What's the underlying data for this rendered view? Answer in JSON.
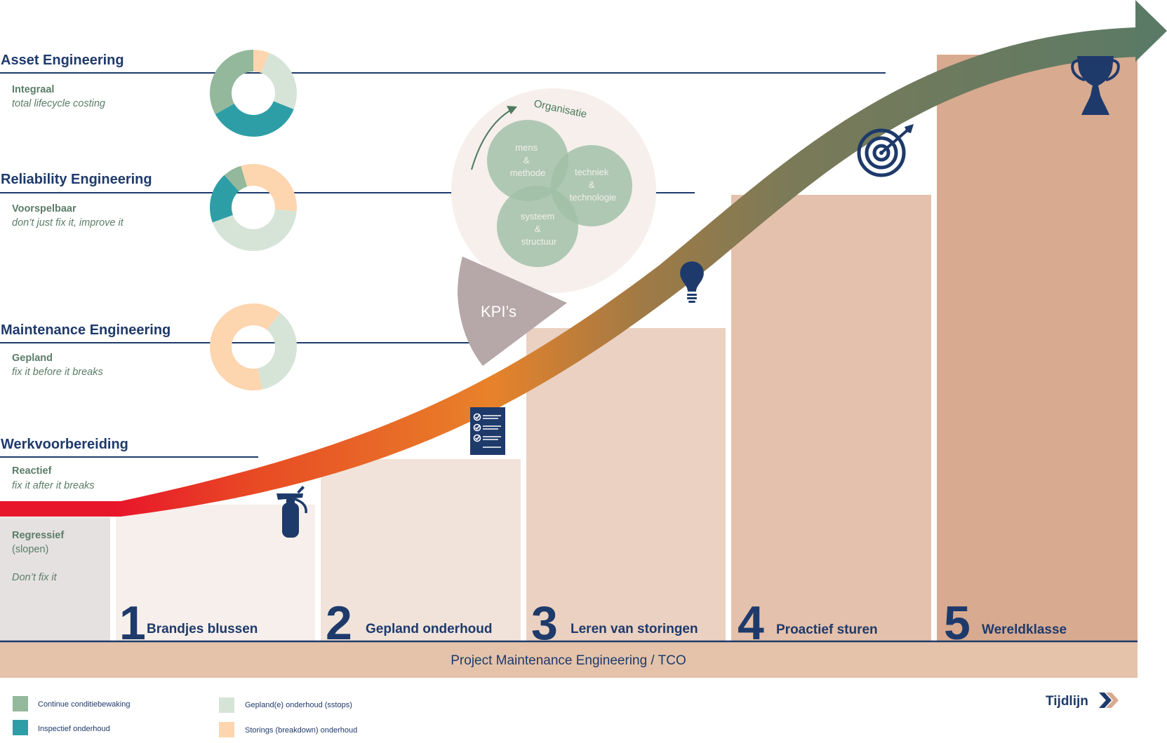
{
  "levels": [
    {
      "title": "Asset Engineering",
      "subtitle": "Integraal",
      "description": "total lifecycle costing"
    },
    {
      "title": "Reliability Engineering",
      "subtitle": "Voorspelbaar",
      "description": "don’t just fix it, improve it"
    },
    {
      "title": "Maintenance Engineering",
      "subtitle": "Gepland",
      "description": "fix it before it breaks"
    },
    {
      "title": "Werkvoorbereiding",
      "subtitle": "Reactief",
      "description": "fix it after it breaks"
    }
  ],
  "regressive": {
    "title": "Regressief",
    "paren": "(slopen)",
    "description": "Don’t fix it"
  },
  "steps": [
    {
      "number": "1",
      "label": "Brandjes blussen",
      "icon": "fire-extinguisher-icon"
    },
    {
      "number": "2",
      "label": "Gepland onderhoud",
      "icon": "checklist-icon"
    },
    {
      "number": "3",
      "label": "Leren van storingen",
      "icon": "lightbulb-icon"
    },
    {
      "number": "4",
      "label": "Proactief sturen",
      "icon": "target-icon"
    },
    {
      "number": "5",
      "label": "Wereldklasse",
      "icon": "trophy-icon"
    }
  ],
  "footer": {
    "label": "Project Maintenance Engineering / TCO"
  },
  "organisation": {
    "label": "Organisatie",
    "circles": [
      {
        "lines": [
          "mens",
          "&",
          "methode"
        ]
      },
      {
        "lines": [
          "techniek",
          "&",
          "technologie"
        ]
      },
      {
        "lines": [
          "systeem",
          "&",
          "structuur"
        ]
      }
    ]
  },
  "kpi": {
    "label": "KPI’s"
  },
  "donuts": [
    {
      "level": "Asset Engineering",
      "segments": [
        {
          "type": "storingen",
          "fraction": 0.06
        },
        {
          "type": "gepland",
          "fraction": 0.25
        },
        {
          "type": "inspectief",
          "fraction": 0.36
        },
        {
          "type": "continue",
          "fraction": 0.33
        }
      ]
    },
    {
      "level": "Reliability Engineering",
      "segments": [
        {
          "type": "gepland",
          "fraction": 0.43
        },
        {
          "type": "inspectief",
          "fraction": 0.19
        },
        {
          "type": "continue",
          "fraction": 0.07
        },
        {
          "type": "storingen",
          "fraction": 0.31
        }
      ]
    },
    {
      "level": "Maintenance Engineering",
      "segments": [
        {
          "type": "storingen",
          "fraction": 0.64
        },
        {
          "type": "gepland",
          "fraction": 0.36
        }
      ]
    }
  ],
  "legend": [
    {
      "key": "continue",
      "label": "Continue conditiebewaking",
      "color": "#93b89b"
    },
    {
      "key": "inspectief",
      "label": "Inspectief onderhoud",
      "color": "#2e9ea6"
    },
    {
      "key": "gepland",
      "label": "Gepland(e) onderhoud (sstops)",
      "color": "#d6e4d8"
    },
    {
      "key": "storingen",
      "label": "Storings (breakdown) onderhoud",
      "color": "#fdd5ae"
    }
  ],
  "timeline": {
    "label": "Tijdlijn"
  },
  "colors": {
    "navy": "#1e3a6b",
    "green_text": "#5b7d68",
    "arrow_start": "#e8162b",
    "arrow_mid": "#e8822a",
    "arrow_end": "#5a7a66",
    "kpi_gray": "#b6a7a9"
  }
}
